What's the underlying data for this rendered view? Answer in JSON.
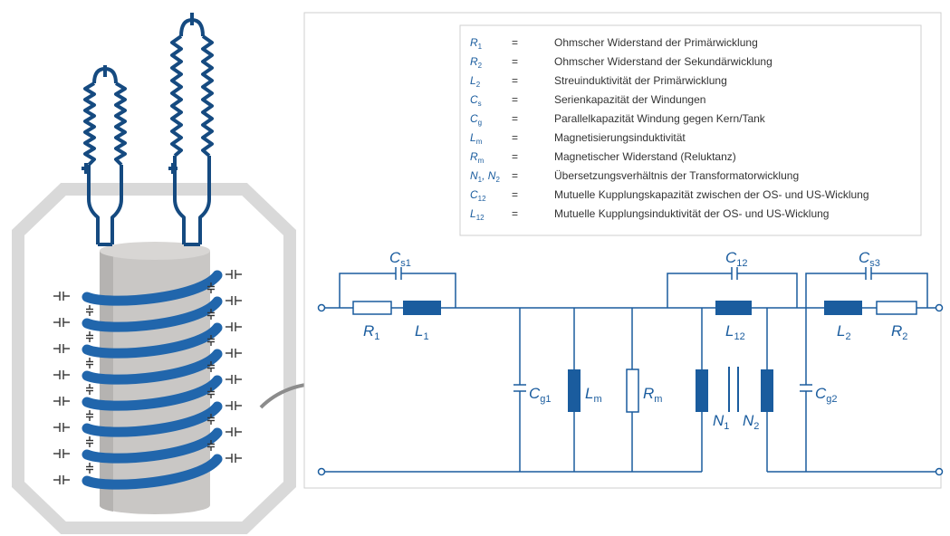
{
  "colors": {
    "blue": "#1a5c9e",
    "dark_blue": "#154a80",
    "coil_blue": "#2166ac",
    "tank_grey": "#d9d9d9",
    "core_grey": "#c9c7c5",
    "text": "#333333",
    "arrow": "#8c8c8c"
  },
  "legend": [
    {
      "sym": "R",
      "sub": "1",
      "eq": "=",
      "text": "Ohmscher Widerstand der Primärwicklung"
    },
    {
      "sym": "R",
      "sub": "2",
      "eq": "=",
      "text": "Ohmscher Widerstand der Sekundärwicklung"
    },
    {
      "sym": "L",
      "sub": "2",
      "eq": "=",
      "text": "Streuinduktivität der Primärwicklung"
    },
    {
      "sym": "C",
      "sub": "s",
      "eq": "=",
      "text": "Serienkapazität der Windungen"
    },
    {
      "sym": "C",
      "sub": "g",
      "eq": "=",
      "text": "Parallelkapazität Windung gegen Kern/Tank"
    },
    {
      "sym": "L",
      "sub": "m",
      "eq": "=",
      "text": "Magnetisierungsinduktivität"
    },
    {
      "sym": "R",
      "sub": "m",
      "eq": "=",
      "text": "Magnetischer Widerstand (Reluktanz)"
    },
    {
      "sym": "N",
      "sub": "1",
      "sym2": ", N",
      "sub2": "2",
      "eq": "=",
      "text": "Übersetzungsverhältnis der Transformatorwicklung"
    },
    {
      "sym": "C",
      "sub": "12",
      "eq": "=",
      "text": "Mutuelle Kupplungskapazität zwischen der OS- und US-Wicklung"
    },
    {
      "sym": "L",
      "sub": "12",
      "eq": "=",
      "text": "Mutuelle Kupplungsinduktivität der OS- und US-Wicklung"
    }
  ],
  "circuit": {
    "cs1": {
      "sym": "C",
      "sub": "s1"
    },
    "r1": {
      "sym": "R",
      "sub": "1"
    },
    "l1": {
      "sym": "L",
      "sub": "1"
    },
    "c12": {
      "sym": "C",
      "sub": "12"
    },
    "l12": {
      "sym": "L",
      "sub": "12"
    },
    "cs3": {
      "sym": "C",
      "sub": "s3"
    },
    "l2": {
      "sym": "L",
      "sub": "2"
    },
    "r2": {
      "sym": "R",
      "sub": "2"
    },
    "cg1": {
      "sym": "C",
      "sub": "g1"
    },
    "lm": {
      "sym": "L",
      "sub": "m"
    },
    "rm": {
      "sym": "R",
      "sub": "m"
    },
    "n1": {
      "sym": "N",
      "sub": "1"
    },
    "n2": {
      "sym": "N",
      "sub": "2"
    },
    "cg2": {
      "sym": "C",
      "sub": "g2"
    }
  }
}
